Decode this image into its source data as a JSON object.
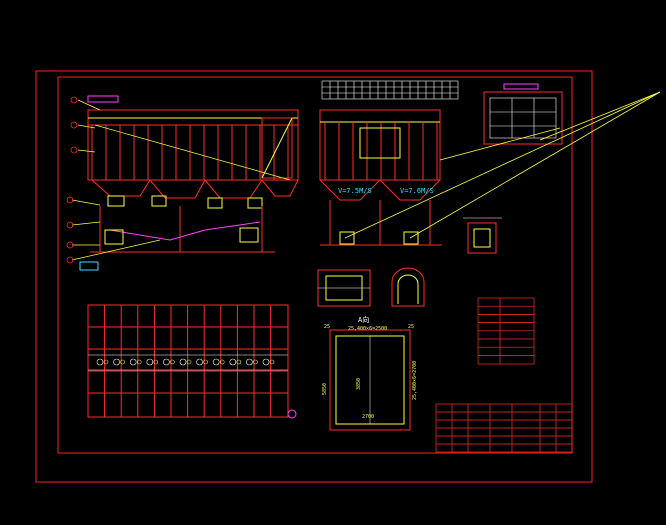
{
  "colors": {
    "background": "#000000",
    "frame": "#ff2020",
    "steel": "#ff2a2a",
    "accent": "#ffff40",
    "cyan": "#30e0ff",
    "white": "#ffffff",
    "magenta": "#ff40ff",
    "green": "#30ff60"
  },
  "drawing": {
    "front_view_left_label": "V=7.5M/S",
    "front_view_right_label": "V=7.6M/S",
    "plan_view_title": "A向",
    "section_dim_top": "25,400×6=2500",
    "section_dim_right": "25,400×6=2700",
    "section_dim_bottom": "2700",
    "section_dim_left_top": "25",
    "section_dim_right_top": "25",
    "section_height_left": "5850",
    "section_height_inner": "3850"
  }
}
